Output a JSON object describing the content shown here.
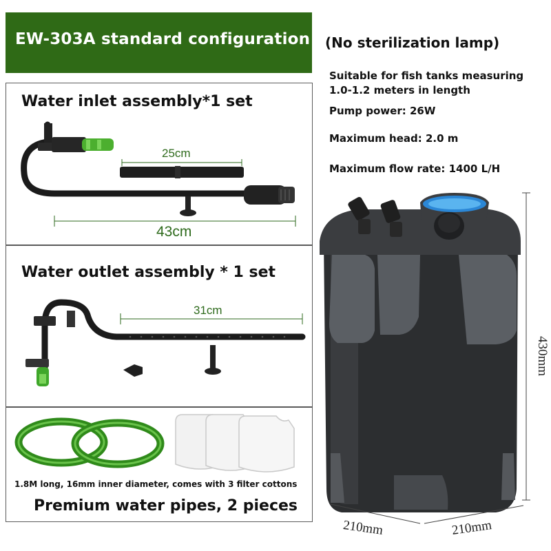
{
  "banner": {
    "title": "EW-303A standard configuration"
  },
  "note": "(No sterilization lamp)",
  "specs": {
    "tank_line1": "Suitable for fish tanks measuring",
    "tank_line2": "1.0-1.2 meters in length",
    "pump_power": "Pump power: 26W",
    "max_head": "Maximum head: 2.0 m",
    "max_flow": "Maximum flow rate: 1400 L/H"
  },
  "inlet": {
    "title": "Water inlet assembly*1 set",
    "pipe_length": "25cm",
    "total_length": "43cm"
  },
  "outlet": {
    "title": "Water outlet assembly * 1 set",
    "spray_length": "31cm"
  },
  "pipes": {
    "caption": "1.8M long, 16mm inner diameter, comes with 3 filter cottons",
    "title": "Premium water pipes, 2 pieces"
  },
  "dimensions": {
    "height": "430mm",
    "width_a": "210mm",
    "width_b": "210mm"
  },
  "colors": {
    "banner_green": "#2f6a16",
    "measure_green": "#2e6a1c",
    "hose_green": "#3f9a22",
    "filter_body": "#2a2c2e"
  }
}
